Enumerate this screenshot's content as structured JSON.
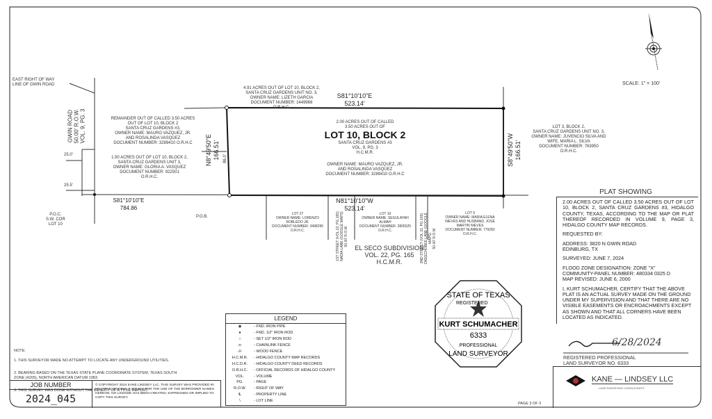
{
  "north": {
    "scale": "SCALE: 1\" = 100'"
  },
  "labels": {
    "east_row": "EAST RIGHT OF WAY\nLINE OF GWIN ROAD",
    "gwin_road": "GWIN ROAD\n50.00' R.O.W.\nVOL. 9, PG. 3",
    "dim_25_0": "25.0'",
    "dim_25_5": "25.5'",
    "poc": "P.O.C.\nS.W. COR\nLOT 10",
    "pob": "P.O.B.",
    "remainder": "REMAINDER OUT OF CALLED 3.50 ACRES\nOUT OF LOT 10, BLOCK 2\nSANTA CRUZ GARDENS #3,\nOWNER NAME: MAURO VAZQUEZ, JR.\nAND ROSALINDA VASQUEZ\nDOCUMENT NUMBER: 3289410 O.R.H.C",
    "acres_150": "1.50 ACRES OUT OF LOT 10, BLOCK 2,\nSANTA CRUZ GARDENS UNIT 3,\nOWNER NAME: GLORIA A. VASQUEZ\nDOCUMENT NUMBER: 922501\nO.R.H.C.",
    "acres_491": "4.91 ACRES OUT OF LOT 10, BLOCK 2,\nSANTA CRUZ GARDENS UNIT NO. 3,\nOWNER NAME: LIZETH GARCIA\nDOCUMENT NUMBER: 1449968\nO.R.H.C.",
    "lot3": "LOT 3, BLOCK 2,\nSANTA CRUZ GARDENS UNIT NO. 3,\nOWNER NAME: JUVENCIO SILVA AND\nWIFE, MARIA L. SILVA\nDOCUMENT NUMBER: 763950\nO.R.H.C.",
    "lot_pre": "2.00 ACRES OUT OF CALLED\n3.50 ACRES OUT OF",
    "lot_title": "LOT 10, BLOCK 2",
    "lot_post": "SANTA CRUZ GARDENS #3\nVOL. 9, PG. 3\nH.C.M.R.",
    "lot_owner": "OWNER NAME: MAURO VAZQUEZ, JR.\nAND ROSALINDA VASQUEZ\nDOCUMENT NUMBER: 3289410 O.R.H.C",
    "lot27": "LOT 27\nOWNER NAME: LORENZO\nROBLEDO JR.\nDOCUMENT NUMBER: 3498295\nO.R.H.C.",
    "lot10b": "LOT 10\nOWNER NAME: SEGULAYAH\nALMAH\nDOCUMENT NUMBER: 2805525\nO.R.H.C.",
    "lot9": "LOT 9\nOWNER NAME: MARIA ELENA\nNIEVES AND HUSBAND, JOSE\nMARTIN NIEVES\nDOCUMENT NUMBER: 779282\nO.R.H.C.",
    "street1": "1ST STREET (VOL.22, PG.165)\nNADIA LANE (GOOGLE MAPS)\n50.00' R.O.W.",
    "street2": "2ND STREET (VOL.22, PG.165)\nOKEECHOBEE LANE (GOOGLE MAPS)\n50.00' R.O.W.",
    "el_seco": "EL SECO SUBDIVISION\nVOL. 22, PG. 165\nH.C.M.R.",
    "dim_86": "86.0'"
  },
  "bearings": {
    "north": "S81°10'10\"E\n523.14'",
    "south": "N81°10'10\"W\n523.14'",
    "west": "N8°49'50\"E\n166.51'",
    "east": "S8°49'50\"W\n166.51'",
    "tie": "S81°10'10\"E\n784.86"
  },
  "legend": {
    "title": "LEGEND",
    "items": [
      {
        "sym": "◉",
        "text": "- FND. IRON PIPE"
      },
      {
        "sym": "●",
        "text": "- FND. 1/2\" IRON ROD"
      },
      {
        "sym": "○",
        "text": "- SET 1/2\" IRON ROD"
      },
      {
        "sym": "-x-",
        "text": "- CHAINLINK FENCE"
      },
      {
        "sym": "-//-",
        "text": "- WOOD FENCE"
      },
      {
        "sym": "H.C.M.R.",
        "text": "- HIDALGO COUNTY MAP RECORDS"
      },
      {
        "sym": "H.C.D.R.",
        "text": "- HIDALGO COUNTY DEED RECORDS"
      },
      {
        "sym": "O.R.H.C.",
        "text": "- OFFICIAL RECORDS OF HIDALGO COUNTY"
      },
      {
        "sym": "VOL.",
        "text": "- VOLUME"
      },
      {
        "sym": "PG.",
        "text": "- PAGE"
      },
      {
        "sym": "R.O.W.",
        "text": "- RIGHT OF WAY"
      },
      {
        "sym": "℄",
        "text": "- PROPERTY LINE"
      },
      {
        "sym": "\\",
        "text": "- LOT LINE"
      }
    ]
  },
  "notes": {
    "title": "NOTE:",
    "n1": "1. THIS SURVEYOR MADE NO ATTEMPT TO LOCATE ANY UNDERGROUND UTILITIES.",
    "n2": "2. BEARING BASED ON THE TEXAS STATE PLANE COORDINATE SYSTEM, TEXAS SOUTH\nZONE (4205), NORTH AMERICAN DATUM 1983.",
    "n3": "3. THIS SURVEY WAS DONE WITHOUT THE BENEFIT OF A TITLE REPORT."
  },
  "job": {
    "label": "JOB NUMBER",
    "number": "2024_045",
    "copyright": "© COPYRIGHT 2024 KANE LINDSEY LLC. THIS SURVEY WAS PROVIDED IN MULTIPLE ORIGINALS SOLELY FOR THE USE OF THE BORROWER NAMES HEREON. NO LICENSE HAS BEEN CREATED, EXPRESSED OR IMPLIED TO COPY THIS SURVEY."
  },
  "panel": {
    "title": "PLAT SHOWING",
    "desc": "2.00 ACRES OUT OF CALLED 3.50 ACRES OUT OF LOT 10, BLOCK 2, SANTA CRUZ GARDENS #3, HIDALGO COUNTY, TEXAS, ACCORDING TO THE MAP OR PLAT THEREOF RECORDED IN VOLUME 9, PAGE 3, HIDALGO COUNTY MAP RECORDS.",
    "requested": "REQUESTED BY:",
    "address": "ADDRESS: 3820 N GWIN ROAD\n               EDINBURG, TX",
    "surveyed": "SURVEYED: JUNE 7, 2024",
    "flood": "FLOOD ZONE DESIGNATION: ZONE \"X\"\nCOMMUNITY-PANEL NUMBER: 480334 0325 D\nMAP REVISED: JUNE 6, 2000",
    "certify": "I, KURT SCHUMACHER, CERTIFY THAT THE ABOVE PLAT IS AN ACTUAL SURVEY MADE ON THE GROUND UNDER MY SUPERVISION AND THAT THERE ARE NO VISIBLE EASEMENTS OR ENCROACHMENTS EXCEPT AS SHOWN AND THAT ALL CORNERS HAVE BEEN LOCATED AS INDICATED.",
    "signature_date": "6/28/2024",
    "registered": "REGISTERED PROFESSIONAL\nLAND SURVEYOR NO. 6333"
  },
  "seal": {
    "state": "STATE OF TEXAS",
    "registered": "REGISTERED",
    "name": "KURT SCHUMACHER",
    "number": "6333",
    "professional": "PROFESSIONAL",
    "land_surveyor": "LAND SURVEYOR"
  },
  "company": {
    "name": "KANE — LINDSEY LLC",
    "sub": "LAND SURVEYING CONSULTANTS"
  },
  "page": "PAGE 3 OF 3"
}
